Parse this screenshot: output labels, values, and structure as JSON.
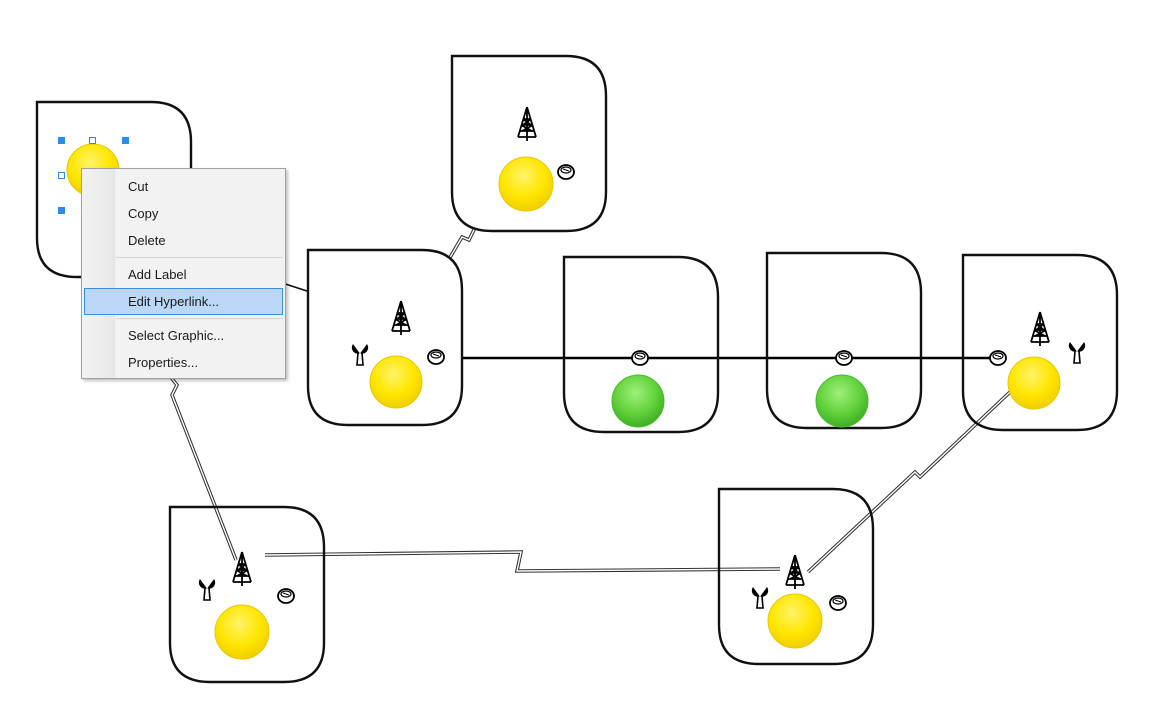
{
  "diagram": {
    "nodes": [
      {
        "id": "node-top-left",
        "type": "wireless-node",
        "sphere_color": "yellow",
        "selected": true,
        "icons": []
      },
      {
        "id": "node-center-left",
        "type": "wireless-node",
        "sphere_color": "yellow",
        "icons": [
          "antenna",
          "tower",
          "router"
        ]
      },
      {
        "id": "node-top",
        "type": "wireless-node",
        "sphere_color": "yellow",
        "icons": [
          "tower",
          "router"
        ]
      },
      {
        "id": "node-green-a",
        "type": "wired-node",
        "sphere_color": "green",
        "icons": [
          "router"
        ]
      },
      {
        "id": "node-green-b",
        "type": "wired-node",
        "sphere_color": "green",
        "icons": [
          "router"
        ]
      },
      {
        "id": "node-right",
        "type": "wireless-node",
        "sphere_color": "yellow",
        "icons": [
          "router",
          "tower",
          "antenna"
        ]
      },
      {
        "id": "node-bottom-left",
        "type": "wireless-node",
        "sphere_color": "yellow",
        "icons": [
          "antenna",
          "tower",
          "router"
        ]
      },
      {
        "id": "node-bottom-right",
        "type": "wireless-node",
        "sphere_color": "yellow",
        "icons": [
          "antenna",
          "tower",
          "router"
        ]
      }
    ],
    "links": [
      {
        "from": "node-top-left",
        "to": "node-center-left",
        "kind": "wired"
      },
      {
        "from": "node-center-left",
        "to": "node-top",
        "kind": "wireless"
      },
      {
        "from": "node-center-left",
        "to": "node-right",
        "kind": "wired-bus"
      },
      {
        "from": "node-top-left",
        "to": "node-bottom-left",
        "kind": "wireless"
      },
      {
        "from": "node-bottom-left",
        "to": "node-bottom-right",
        "kind": "wireless"
      },
      {
        "from": "node-bottom-right",
        "to": "node-right",
        "kind": "wireless"
      }
    ],
    "colors": {
      "yellow_sphere": "#ffe600",
      "green_sphere": "#5fd13a",
      "selection_handle": "#2f8ae8",
      "node_border": "#111111"
    }
  },
  "context_menu": {
    "items": [
      {
        "label": "Cut"
      },
      {
        "label": "Copy"
      },
      {
        "label": "Delete"
      },
      {
        "separator": true
      },
      {
        "label": "Add Label"
      },
      {
        "label": "Edit Hyperlink...",
        "highlighted": true
      },
      {
        "separator": true
      },
      {
        "label": "Select Graphic..."
      },
      {
        "label": "Properties..."
      }
    ],
    "highlight_color": "#bad7f5"
  }
}
